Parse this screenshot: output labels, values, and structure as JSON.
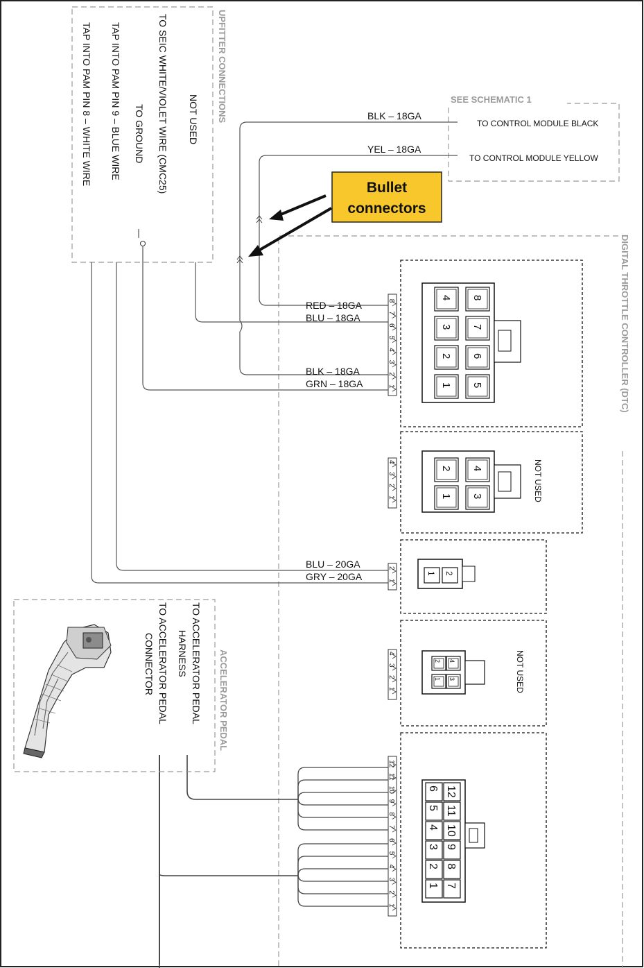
{
  "upfitter": {
    "title": "UPFITTER CONNECTIONS",
    "items": [
      "NOT USED",
      "TO SEIC WHITE/VIOLET WIRE (CMC25)",
      "TO GROUND",
      "TAP INTO PAM PIN 9 – BLUE WIRE",
      "TAP INTO PAM PIN 8 – WHITE WIRE"
    ]
  },
  "schematic": {
    "title": "SEE SCHEMATIC 1",
    "black": "TO CONTROL MODULE BLACK",
    "yellow": "TO CONTROL MODULE YELLOW"
  },
  "callout": {
    "line1": "Bullet",
    "line2": "connectors",
    "color": "#f7c72c"
  },
  "dtc": {
    "title": "DIGITAL THROTTLE CONTROLLER (DTC)"
  },
  "wires": {
    "blk_top": "BLK – 18GA",
    "yel_top": "YEL – 18GA",
    "red": "RED – 18GA",
    "blu": "BLU – 18GA",
    "blk": "BLK – 18GA",
    "grn": "GRN – 18GA",
    "blu20": "BLU – 20GA",
    "gry20": "GRY – 20GA"
  },
  "not_used_1": "NOT USED",
  "not_used_2": "NOT USED",
  "pedal": {
    "title": "ACCELERATOR PEDAL",
    "harness": [
      "TO ACCELERATOR PEDAL",
      "HARNESS"
    ],
    "connector": [
      "TO ACCELERATOR PEDAL",
      "CONNECTOR"
    ]
  },
  "pins": {
    "c8": [
      "1",
      "2",
      "3",
      "4",
      "5",
      "6",
      "7",
      "8"
    ],
    "c4": [
      "1",
      "2",
      "3",
      "4"
    ],
    "c2": [
      "1",
      "2"
    ],
    "c12": [
      "1",
      "2",
      "3",
      "4",
      "5",
      "6",
      "7",
      "8",
      "9",
      "10",
      "11",
      "12"
    ]
  }
}
